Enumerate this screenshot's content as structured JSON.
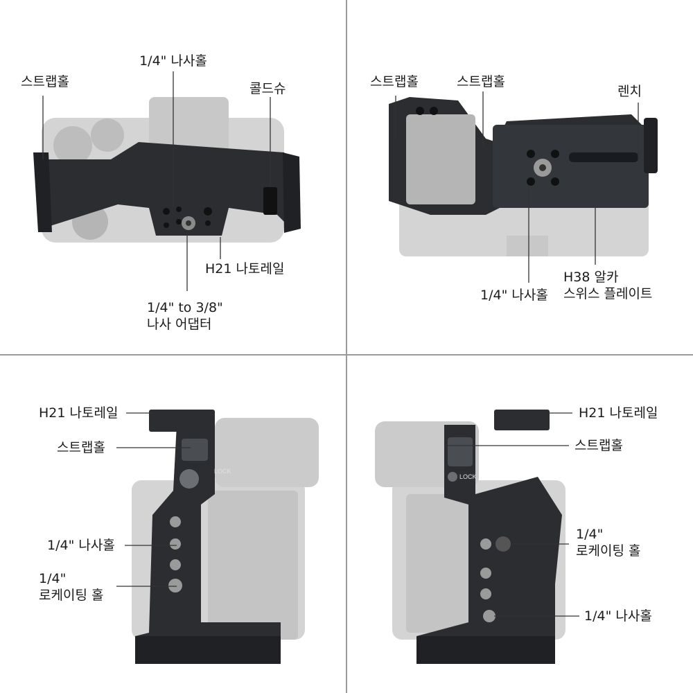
{
  "panels": {
    "top_left": {
      "thread_hole": "1/4\" 나사홀",
      "strap_hole": "스트랩홀",
      "cold_shoe": "콜드슈",
      "nato_rail": "H21 나토레일",
      "adapter_line1": "1/4\" to 3/8\"",
      "adapter_line2": "나사 어댑터"
    },
    "top_right": {
      "strap_hole_a": "스트랩홀",
      "strap_hole_b": "스트랩홀",
      "wrench": "렌치",
      "arca_line1": "H38 알카",
      "arca_line2": "스위스 플레이트",
      "thread_hole": "1/4\" 나사홀"
    },
    "bottom_left": {
      "nato_rail": "H21 나토레일",
      "strap_hole": "스트랩홀",
      "thread_hole": "1/4\" 나사홀",
      "locating_line1": "1/4\"",
      "locating_line2": "로케이팅 홀"
    },
    "bottom_right": {
      "nato_rail": "H21 나토레일",
      "strap_hole": "스트랩홀",
      "locating_line1": "1/4\"",
      "locating_line2": "로케이팅 홀",
      "thread_hole": "1/4\" 나사홀"
    }
  },
  "product_markings": {
    "lock": "LOCK"
  },
  "colors": {
    "cage": "#2b2d30",
    "camera": "#cfcfcf",
    "divider": "#9a9a9a",
    "leader": "#333333"
  }
}
